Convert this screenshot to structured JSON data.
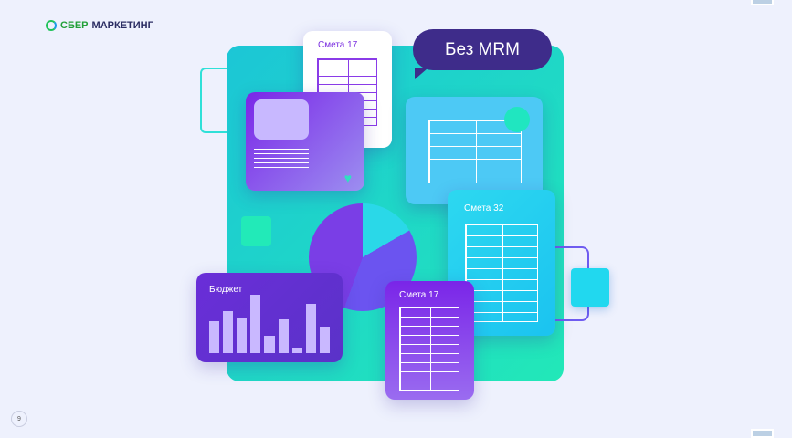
{
  "brand": {
    "part1": "СБЕР",
    "part2": "МАРКЕТИНГ"
  },
  "page_number": "9",
  "illustration": {
    "bubble": "Без MRM",
    "estimate_top": "Смета 17",
    "estimate_right": "Смета 32",
    "estimate_bottom": "Смета 17",
    "budget": "Бюджет",
    "budget_bars": [
      0.55,
      0.72,
      0.6,
      1.0,
      0.3,
      0.58,
      0.1,
      0.85,
      0.45
    ]
  },
  "colors": {
    "background": "#eef1fd",
    "main_panel": "#1fd3c8",
    "purple": "#6b2be0",
    "bubble": "#3e2c8a"
  }
}
